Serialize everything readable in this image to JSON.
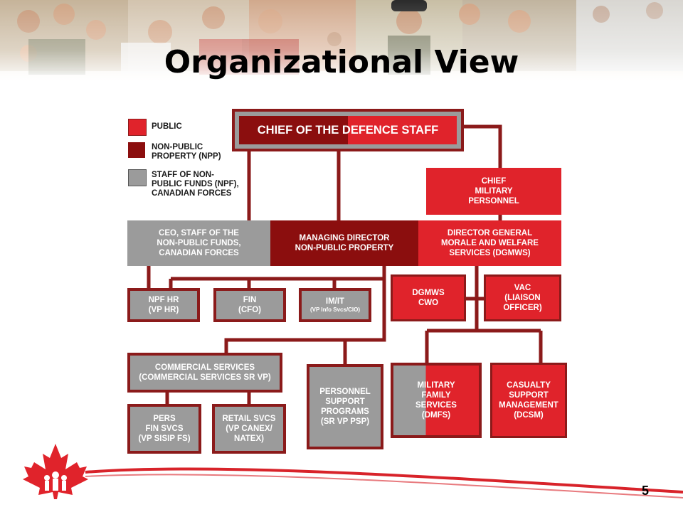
{
  "slide": {
    "title": "Organizational View",
    "page_number": "5"
  },
  "legend": [
    {
      "label": "PUBLIC",
      "color": "#e0232b"
    },
    {
      "label": "NON-PUBLIC\nPROPERTY (NPP)",
      "color": "#8b0e0e"
    },
    {
      "label": "STAFF OF NON-\nPUBLIC FUNDS (NPF),\nCANADIAN FORCES",
      "color": "#9b9b9b"
    }
  ],
  "org": {
    "cds": "CHIEF OF THE DEFENCE STAFF",
    "cmp": "CHIEF\nMILITARY\nPERSONNEL",
    "ceo": "CEO, STAFF OF THE\nNON-PUBLIC FUNDS,\nCANADIAN FORCES",
    "md": "MANAGING DIRECTOR\nNON-PUBLIC PROPERTY",
    "dgmws": "DIRECTOR GENERAL\nMORALE AND WELFARE\nSERVICES (DGMWS)",
    "npf_hr": "NPF HR\n(VP HR)",
    "fin": "FIN\n(CFO)",
    "imit": "IM/IT",
    "imit_sub": "(VP Info Svcs/CIO)",
    "dgmws_cwo": "DGMWS\nCWO",
    "vac": "VAC\n(LIAISON\nOFFICER)",
    "commercial": "COMMERCIAL SERVICES\n(COMMERCIAL SERVICES SR VP)",
    "psp": "PERSONNEL\nSUPPORT\nPROGRAMS\n(SR VP PSP)",
    "mfs": "MILITARY\nFAMILY\nSERVICES\n(DMFS)",
    "casualty": "CASUALTY\nSUPPORT\nMANAGEMENT\n(DCSM)",
    "pers_fin": "PERS\nFIN SVCS\n(VP SISIP FS)",
    "retail": "RETAIL SVCS\n(VP CANEX/\nNATEX)"
  },
  "colors": {
    "public": "#e0232b",
    "npp": "#8b0e0e",
    "npf": "#9b9b9b",
    "connector": "#8b1a1a"
  }
}
